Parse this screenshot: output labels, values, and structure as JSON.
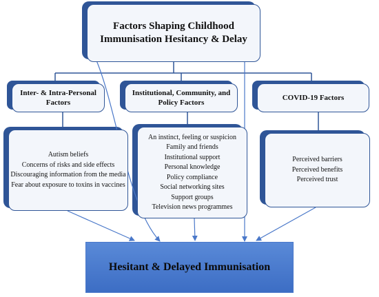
{
  "diagram": {
    "top": {
      "title": "Factors Shaping Childhood Immunisation Hesitancy & Delay"
    },
    "categories": [
      {
        "heading": "Inter- & Intra-Personal Factors",
        "items": [
          "Autism beliefs",
          "Concerns of risks and side effects",
          "Discouraging information from the media",
          "Fear about exposure to toxins in vaccines"
        ]
      },
      {
        "heading": "Institutional, Community, and Policy Factors",
        "items": [
          "An instinct, feeling or suspicion",
          "Family and friends",
          "Institutional support",
          "Personal knowledge",
          "Policy compliance",
          "Social networking sites",
          "Support groups",
          "Television news programmes"
        ]
      },
      {
        "heading": "COVID-19 Factors",
        "items": [
          "Perceived barriers",
          "Perceived benefits",
          "Perceived trust"
        ]
      }
    ],
    "outcome": {
      "label": "Hesitant & Delayed Immunisation"
    },
    "colors": {
      "connector": "#2f5597",
      "arrow": "#4a78c9",
      "box_fill": "#f3f6fb",
      "box_border": "#2f5597",
      "outcome_fill": "#4a7bd0"
    }
  }
}
